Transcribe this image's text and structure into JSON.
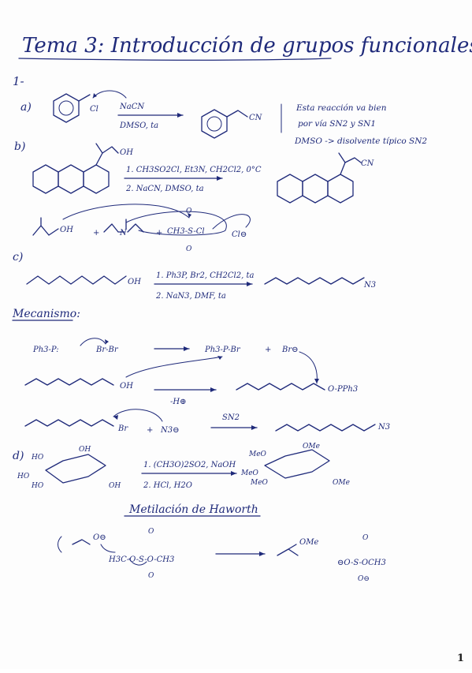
{
  "title": "Tema 3: Introducción de grupos funcionales",
  "section_number": "1-",
  "part_a": {
    "label": "a)",
    "reactant_group": "Cl",
    "nucleophile": "NaCN",
    "conditions": "DMSO, ta",
    "product_group": "CN",
    "note_lines": [
      "Esta reacción va bien",
      "por vía SN2 y SN1",
      "DMSO -> disolvente típico SN2"
    ]
  },
  "part_b": {
    "label": "b)",
    "reactant_group": "OH",
    "conditions_1": "1. CH3SO2Cl, Et3N, CH2Cl2, 0°C",
    "conditions_2": "2. NaCN, DMSO, ta",
    "product_group": "CN",
    "mech_oh": "OH",
    "mech_plus": "+",
    "mech_n": "N",
    "mech_plus2": "+",
    "mech_ms": "CH3-S-Cl",
    "mech_o_top": "O",
    "mech_o_bottom": "O",
    "mech_cl": "Cl⊖"
  },
  "part_c": {
    "label": "c)",
    "reactant_group": "OH",
    "conditions_1": "1. Ph3P, Br2, CH2Cl2, ta",
    "conditions_2": "2. NaN3, DMF, ta",
    "product_group": "N3"
  },
  "mechanism": {
    "heading": "Mecanismo:",
    "step1_left": "Ph3-P:",
    "step1_br2": "Br-Br",
    "step1_product": "Ph3-P-Br",
    "step1_plus": "+",
    "step1_br_anion": "Br⊖",
    "step2_oh": "OH",
    "step2_minus_h": "-H⊕",
    "step2_product": "O-PPh3",
    "step3_br": "Br",
    "step3_plus": "+",
    "step3_n3": "N3⊖",
    "step3_arrow_label": "SN2",
    "step3_product": "N3"
  },
  "part_d": {
    "label": "d)",
    "conditions_1": "1. (CH3O)2SO2, NaOH",
    "conditions_2": "2. HCl, H2O",
    "reactant_groups": [
      "HO",
      "HO",
      "HO",
      "OH",
      "OH"
    ],
    "product_groups": [
      "MeO",
      "MeO",
      "MeO",
      "OMe",
      "OMe"
    ]
  },
  "haworth": {
    "heading": "Metilación de Haworth",
    "left_o": "O⊖",
    "reagent": "H3C-O-S-O-CH3",
    "reagent_o_top": "O",
    "reagent_o_bottom": "O",
    "product": "OMe",
    "byproduct": "⊖O-S-OCH3",
    "byproduct_o_top": "O",
    "byproduct_o_bottom": "O⊖"
  },
  "page_number": "1"
}
